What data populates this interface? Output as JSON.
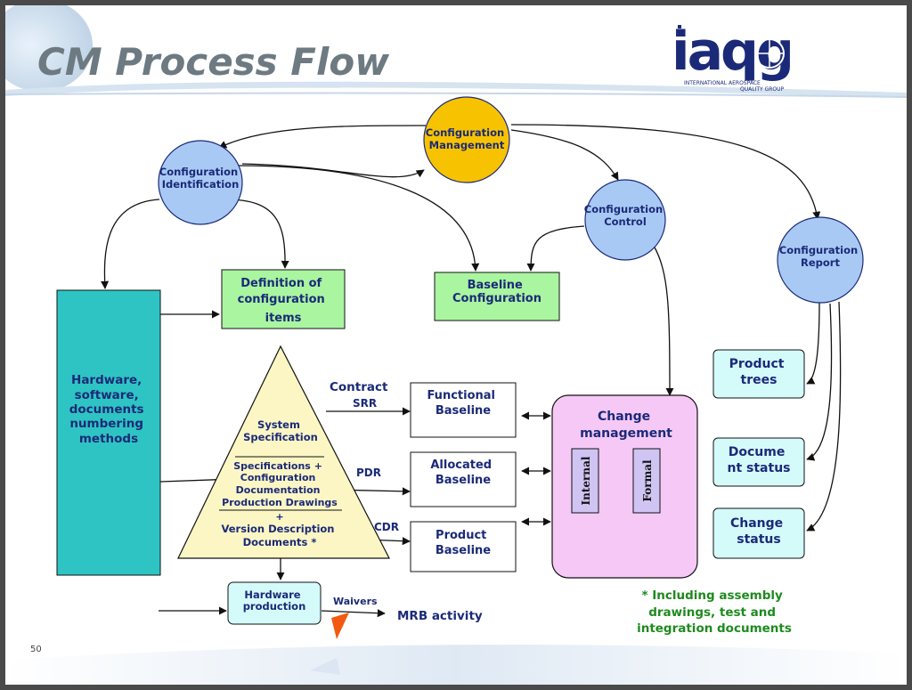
{
  "slide": {
    "title": "CM Process Flow",
    "page_number": "50",
    "logo": {
      "text": "iaqg",
      "subtitle_line1": "INTERNATIONAL AEROSPACE",
      "subtitle_line2": "QUALITY GROUP"
    }
  },
  "nodes": {
    "config_management": [
      "Configuration",
      "Management"
    ],
    "config_identification": [
      "Configuration",
      "Identification"
    ],
    "config_control": [
      "Configuration",
      "Control"
    ],
    "config_report": [
      "Configuration",
      "Report"
    ],
    "definition_items": [
      "Definition of",
      "configuration",
      "items"
    ],
    "baseline_config": [
      "Baseline",
      "Configuration"
    ],
    "numbering_methods": [
      "Hardware,",
      "software,",
      "documents",
      "numbering",
      "methods"
    ],
    "triangle_top": [
      "System",
      "Specification"
    ],
    "triangle_mid": [
      "Specifications +",
      "Configuration",
      "Documentation",
      "Production Drawings",
      "+"
    ],
    "triangle_bottom": [
      "Version Description",
      "Documents *"
    ],
    "functional_baseline": [
      "Functional",
      "Baseline"
    ],
    "allocated_baseline": [
      "Allocated",
      "Baseline"
    ],
    "product_baseline": [
      "Product",
      "Baseline"
    ],
    "change_management": [
      "Change",
      "management"
    ],
    "internal": "Internal",
    "formal": "Formal",
    "product_trees": [
      "Product",
      "trees"
    ],
    "document_status": [
      "Docume",
      "nt status"
    ],
    "change_status": [
      "Change",
      "status"
    ],
    "hardware_production": [
      "Hardware",
      "production"
    ]
  },
  "labels": {
    "contract": "Contract",
    "srr": "SRR",
    "pdr": "PDR",
    "cdr": "CDR",
    "waivers": "Waivers",
    "mrb_activity": "MRB activity"
  },
  "footnote": [
    "* Including assembly",
    "drawings, test and",
    "integration documents"
  ],
  "colors": {
    "circle_blue": "#a9c9f5",
    "circle_orange": "#f7c300",
    "box_green": "#a9f5a0",
    "teal": "#2ec4c4",
    "triangle_fill": "#fbf6c4",
    "change_pink": "#f6c8f6",
    "internal_formal": "#cfc4f2",
    "status_cyan": "#d4fafa",
    "title_gray": "#6d7a82",
    "text_navy": "#1b2a78",
    "footnote_green": "#1e8a1e"
  }
}
